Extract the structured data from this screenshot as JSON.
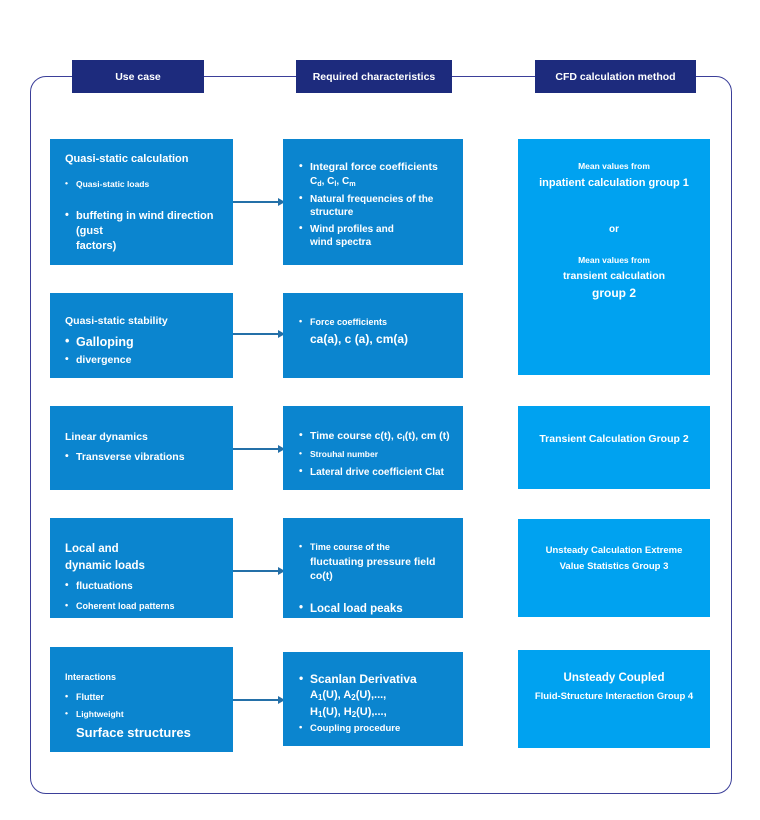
{
  "colors": {
    "header_navy": "#1d2b7d",
    "box_blue": "#0b85cf",
    "box_cyan": "#00a2f0",
    "frame_border": "#3b3f99",
    "arrow": "#2470a8"
  },
  "header": {
    "use_case": "Use case",
    "required_characteristics": "Required characteristics",
    "cfd_method": "CFD calculation method"
  },
  "row1": {
    "use_case": {
      "title": "Quasi-static calculation",
      "bullet1": "Quasi-static loads",
      "bullet2": "buffeting in wind direction (gust\nfactors)"
    },
    "required": {
      "bullet1": "Integral force coefficients",
      "coefficients": [
        {
          "t": "C"
        },
        {
          "t": "d",
          "sub": true
        },
        {
          "t": ", C"
        },
        {
          "t": "l",
          "sub": true
        },
        {
          "t": ", C"
        },
        {
          "t": "m",
          "sub": true
        }
      ],
      "bullet2": "Natural frequencies of the\nstructure",
      "bullet3": "Wind profiles and\nwind spectra"
    },
    "method": {
      "small1": "Mean values from",
      "line1": "inpatient calculation group 1",
      "or_label": "or",
      "small2": "Mean values from",
      "line2": "transient calculation",
      "line3": "group 2"
    }
  },
  "row2": {
    "use_case": {
      "title": "Quasi-static stability",
      "bullet1": "Galloping",
      "bullet2": "divergence"
    },
    "required": {
      "bullet1": "Force coefficients",
      "line1": "ca(a), c (a), cm(a)"
    }
  },
  "row3": {
    "use_case": {
      "title": "Linear dynamics",
      "bullet1": "Transverse vibrations"
    },
    "required": {
      "bullet1_rich": [
        {
          "t": "Time course c(t), c"
        },
        {
          "t": "l",
          "sub": true
        },
        {
          "t": "(t), cm (t)"
        }
      ],
      "bullet2": "Strouhal number",
      "bullet3": "Lateral drive coefficient Clat"
    },
    "method": {
      "line1": "Transient Calculation Group 2"
    }
  },
  "row4": {
    "use_case": {
      "title": "Local and\ndynamic loads",
      "bullet1": "fluctuations",
      "bullet2": "Coherent load patterns"
    },
    "required": {
      "bullet1": "Time course of the",
      "bullet1_line2": "fluctuating pressure field co(t)",
      "bullet2": "Local load peaks"
    },
    "method": {
      "line1": "Unsteady Calculation Extreme\nValue Statistics Group 3"
    }
  },
  "row5": {
    "use_case": {
      "title": "Interactions",
      "bullet1": "Flutter",
      "bullet2": "Lightweight",
      "line3": "Surface structures"
    },
    "required": {
      "bullet1": "Scanlan Derivativa",
      "line_a": [
        {
          "t": "A"
        },
        {
          "t": "1",
          "sub": true
        },
        {
          "t": "(U), A"
        },
        {
          "t": "2",
          "sub": true
        },
        {
          "t": "(U),...,"
        }
      ],
      "line_h": [
        {
          "t": "H"
        },
        {
          "t": "1",
          "sub": true
        },
        {
          "t": "(U), H"
        },
        {
          "t": "2",
          "sub": true
        },
        {
          "t": "(U),...,"
        }
      ],
      "bullet2": "Coupling procedure"
    },
    "method": {
      "line1": "Unsteady Coupled",
      "line2": "Fluid-Structure Interaction Group 4"
    }
  }
}
